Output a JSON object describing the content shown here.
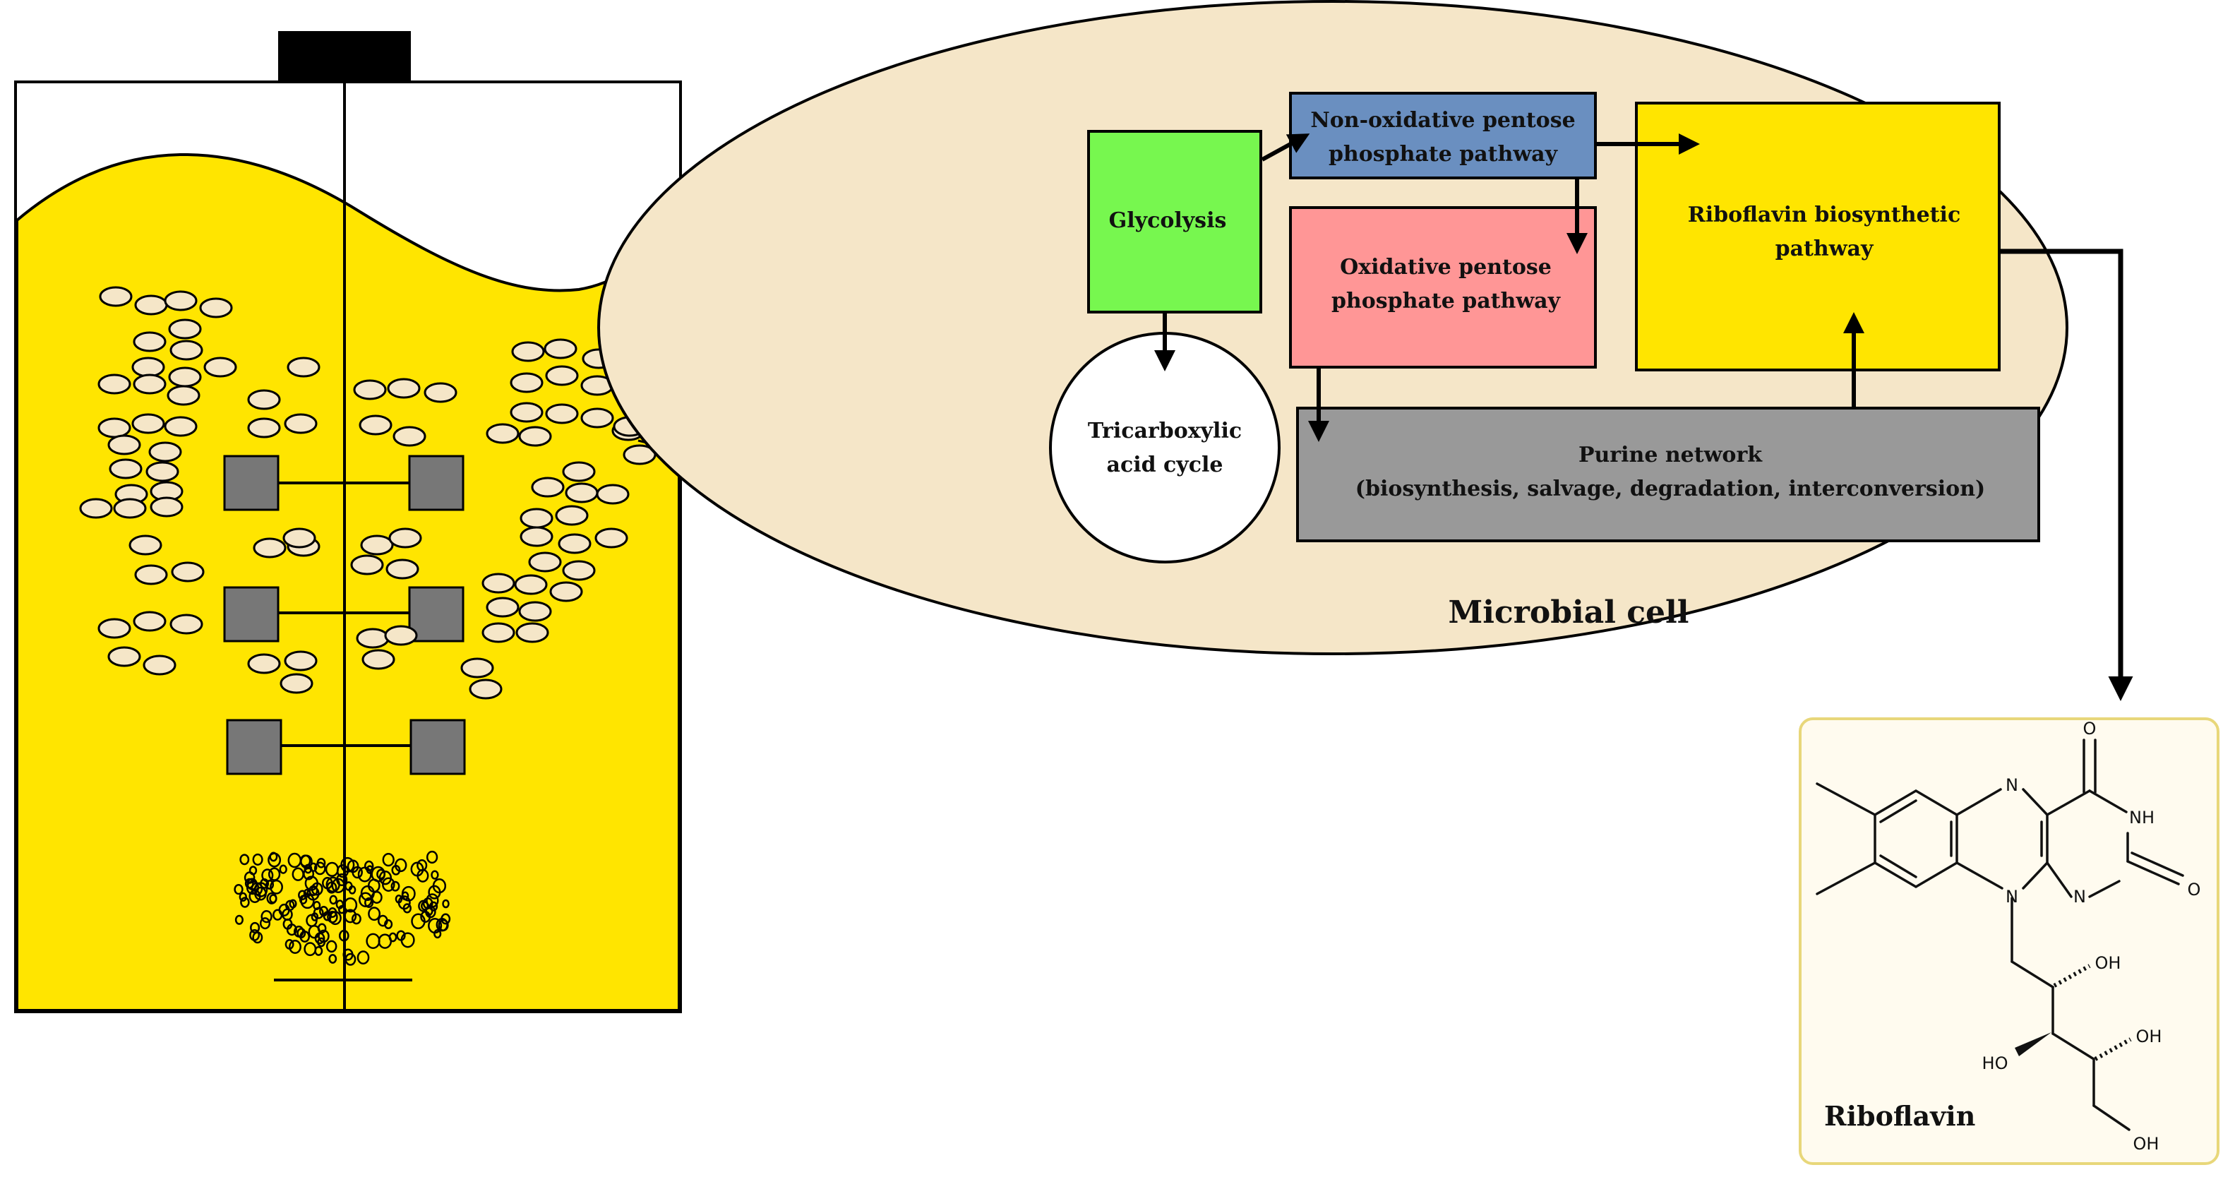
{
  "colors": {
    "medium": "#FFE500",
    "cell": "#F5E6C8",
    "impeller": "#777777",
    "glycolysis": "#77F74F",
    "non_oxidative": "#6A8FC0",
    "oxidative": "#FF9696",
    "riboflavin_pathway": "#FFE500",
    "purine": "#999999",
    "molecule_panel": "#FFFBEF",
    "molecule_border": "#E8D77A"
  },
  "cell": {
    "title": "Microbial cell"
  },
  "pathways": {
    "glycolysis": {
      "line1": "Glycolysis"
    },
    "non_oxidative": {
      "line1": "Non-oxidative pentose",
      "line2": "phosphate pathway"
    },
    "oxidative": {
      "line1": "Oxidative pentose",
      "line2": "phosphate pathway"
    },
    "riboflavin_pathway": {
      "line1": "Riboflavin biosynthetic",
      "line2": "pathway"
    },
    "tca": {
      "line1": "Tricarboxylic",
      "line2": "acid cycle"
    },
    "purine": {
      "line1": "Purine network",
      "line2": "(biosynthesis, salvage, degradation, interconversion)"
    }
  },
  "molecule": {
    "name": "Riboflavin",
    "atoms": {
      "o_top": "O",
      "n_ring_top": "N",
      "nh": "NH",
      "o_right": "O",
      "n_ring_bottom": "N",
      "n_central": "N",
      "oh_1": "OH",
      "oh_2": "OH",
      "ho_3": "HO",
      "oh_4": "OH"
    }
  }
}
